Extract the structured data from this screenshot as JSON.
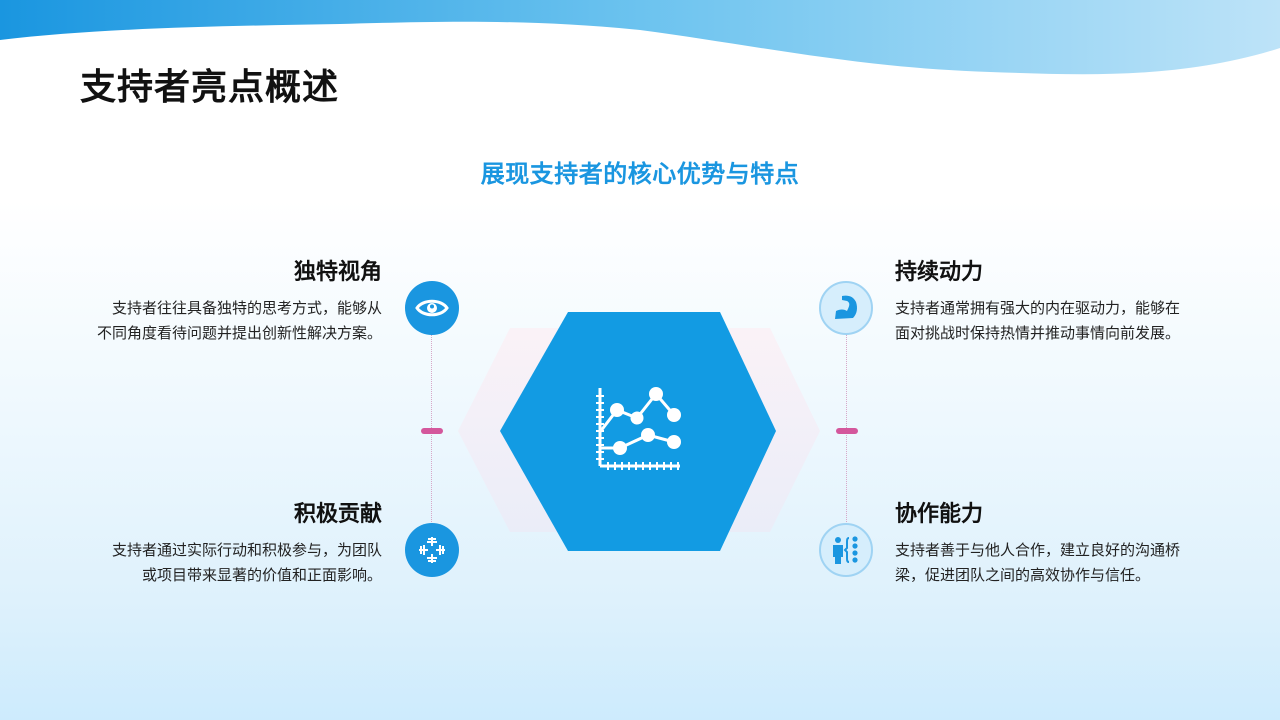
{
  "header": {
    "title": "支持者亮点概述",
    "subtitle": "展现支持者的核心优势与特点"
  },
  "colors": {
    "accent": "#1a96e0",
    "wave_start": "#1a96e0",
    "wave_end": "#bde3f8",
    "connector_dash": "#d4579c",
    "light_circle": "#d6eefc"
  },
  "center": {
    "icon": "line-chart-icon"
  },
  "features": [
    {
      "title": "独特视角",
      "desc_line1": "支持者往往具备独特的思考方式，能够从",
      "desc_line2": "不同角度看待问题并提出创新性解决方案。",
      "icon": "eye-icon"
    },
    {
      "title": "持续动力",
      "desc_line1": "支持者通常拥有强大的内在驱动力，能够在",
      "desc_line2": "面对挑战时保持热情并推动事情向前发展。",
      "icon": "flexed-arm-icon"
    },
    {
      "title": "积极贡献",
      "desc_line1": "支持者通过实际行动和积极参与，为团队",
      "desc_line2": "或项目带来显著的价值和正面影响。",
      "icon": "snowflake-icon"
    },
    {
      "title": "协作能力",
      "desc_line1": "支持者善于与他人合作，建立良好的沟通桥",
      "desc_line2": "梁，促进团队之间的高效协作与信任。",
      "icon": "person-network-icon"
    }
  ]
}
